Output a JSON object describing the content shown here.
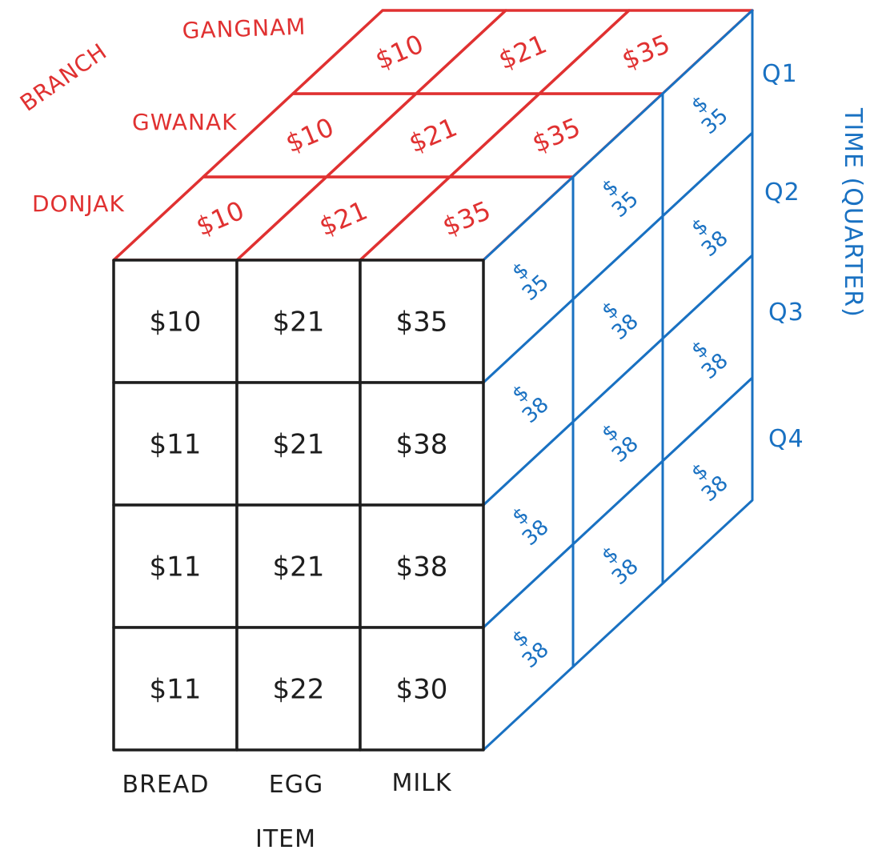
{
  "axes": {
    "item": {
      "title": "ITEM",
      "labels": [
        "BREAD",
        "EGG",
        "MILK"
      ]
    },
    "branch": {
      "title": "BRANCH",
      "labels": [
        "DONJAK",
        "GWANAK",
        "GANGNAM"
      ]
    },
    "time": {
      "title": "TIME (QUARTER)",
      "labels": [
        "Q1",
        "Q2",
        "Q3",
        "Q4"
      ]
    }
  },
  "front_face": [
    [
      "$10",
      "$21",
      "$35"
    ],
    [
      "$11",
      "$21",
      "$38"
    ],
    [
      "$11",
      "$21",
      "$38"
    ],
    [
      "$11",
      "$22",
      "$30"
    ]
  ],
  "top_face": [
    [
      "$10",
      "$21",
      "$35"
    ],
    [
      "$10",
      "$21",
      "$35"
    ],
    [
      "$10",
      "$21",
      "$35"
    ]
  ],
  "side_face": [
    [
      [
        "$",
        "35"
      ],
      [
        "$",
        "35"
      ],
      [
        "$",
        "35"
      ]
    ],
    [
      [
        "$",
        "38"
      ],
      [
        "$",
        "38"
      ],
      [
        "$",
        "38"
      ]
    ],
    [
      [
        "$",
        "38"
      ],
      [
        "$",
        "38"
      ],
      [
        "$",
        "38"
      ]
    ],
    [
      [
        "$",
        "38"
      ],
      [
        "$",
        "38"
      ],
      [
        "$",
        "38"
      ]
    ]
  ],
  "colors": {
    "front": "#1e1e1e",
    "top": "#e03131",
    "side": "#1971c2"
  }
}
